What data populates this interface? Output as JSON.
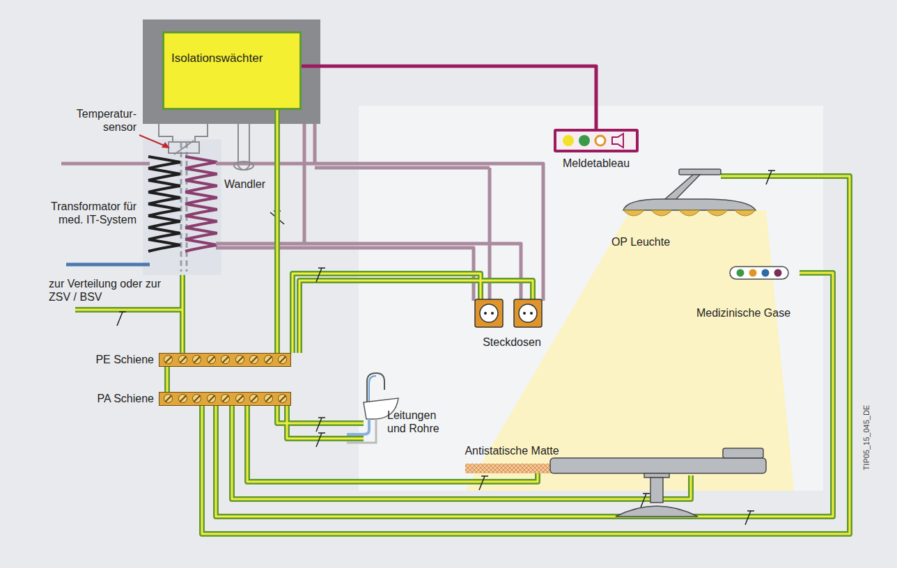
{
  "diagram": {
    "nodes": [
      {
        "text": [
          "Isolationswächter"
        ]
      },
      {
        "text": [
          "Meldetableau"
        ]
      },
      {
        "text": [
          "PE Schiene"
        ]
      },
      {
        "text": [
          "PA Schiene"
        ]
      }
    ],
    "edges": [
      {
        "from": 0,
        "to": 1,
        "arrow": "none"
      },
      {
        "from": 0,
        "to": 2,
        "arrow": "none"
      },
      {
        "from": 2,
        "to": 3,
        "arrow": "none"
      }
    ],
    "labels": [
      "Temperatur- sensor",
      "Wandler",
      "Transformator für med. IT-System",
      "zur Verteilung oder zur ZSV / BSV",
      "Steckdosen",
      "OP Leuchte",
      "Medizinische Gase",
      "Leitungen und Rohre",
      "Antistatische Matte",
      "TIP05_15_045_DE"
    ]
  }
}
